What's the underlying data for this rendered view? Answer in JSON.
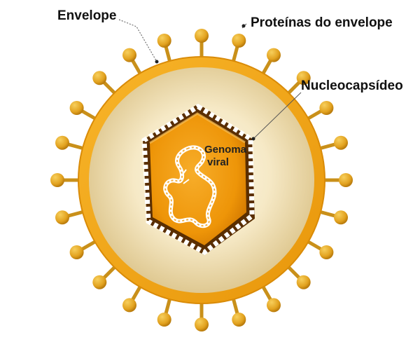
{
  "labels": {
    "envelope": "Envelope",
    "envelope_proteins": "Proteínas do envelope",
    "nucleocapsid": "Nucleocapsídeo",
    "genome_line1": "Genoma",
    "genome_line2": "viral"
  },
  "colors": {
    "envelope_ring": "#f2a516",
    "envelope_ring_edge": "#d98b08",
    "interior_outer": "#e9d5a0",
    "interior_inner": "#fbf4e0",
    "spike": "#c9901a",
    "spike_head": "#e6ac24",
    "capsid_outline": "#ffffff",
    "capsid_dark": "#5a2e00",
    "genome_core": "#f09a0a",
    "rna": "#ffffff"
  }
}
